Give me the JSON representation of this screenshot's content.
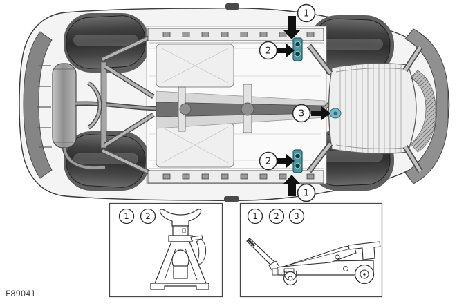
{
  "figure": {
    "code": "E89041"
  },
  "colors": {
    "highlight_teal": "#4d979d",
    "highlight_teal_light": "#79b6bd",
    "arrow_black": "#101010",
    "line": "#333333",
    "tire": "#3a3a3a",
    "body_fill": "#f4f4f4"
  },
  "underbody": {
    "callouts": [
      {
        "label": "1",
        "arrow": "down",
        "target": "sill-lift-point-upper"
      },
      {
        "label": "2",
        "arrow": "right",
        "target": "sill-jack-pad-upper"
      },
      {
        "label": "3",
        "arrow": "right",
        "target": "front-center-subframe-point"
      },
      {
        "label": "2",
        "arrow": "right",
        "target": "sill-jack-pad-lower"
      },
      {
        "label": "1",
        "arrow": "up",
        "target": "sill-lift-point-lower"
      }
    ]
  },
  "legend": {
    "jack_stand_box": {
      "callouts": [
        "1",
        "2"
      ]
    },
    "floor_jack_box": {
      "callouts": [
        "1",
        "2",
        "3"
      ]
    }
  }
}
